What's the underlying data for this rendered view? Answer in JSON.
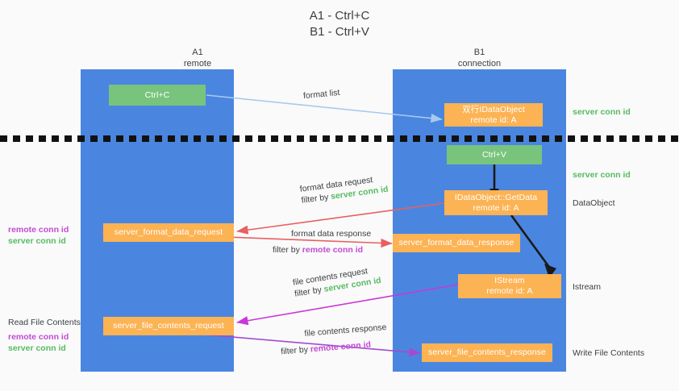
{
  "title": {
    "line1": "A1 - Ctrl+C",
    "line2": "B1 - Ctrl+V"
  },
  "lanes": [
    {
      "name": "a1",
      "title": "A1",
      "subtitle": "remote"
    },
    {
      "name": "b1",
      "title": "B1",
      "subtitle": "connection"
    }
  ],
  "nodes": {
    "ctrl_c": {
      "line1": "Ctrl+C",
      "line2": ""
    },
    "idataobject": {
      "line1": "双行IDataObject",
      "line2": "remote id: A"
    },
    "ctrl_v": {
      "line1": "Ctrl+V",
      "line2": ""
    },
    "getdata": {
      "line1": "IDataObject::GetData",
      "line2": "remote id: A"
    },
    "fmt_req": {
      "line1": "server_format_data_request",
      "line2": ""
    },
    "fmt_resp": {
      "line1": "server_format_data_response",
      "line2": ""
    },
    "istream": {
      "line1": "IStream",
      "line2": "remote id: A"
    },
    "file_req": {
      "line1": "server_file_contents_request",
      "line2": ""
    },
    "file_resp": {
      "line1": "server_file_contents_response",
      "line2": ""
    }
  },
  "edge_labels": {
    "format_list": "format list",
    "fmt_req_l1": "format data request",
    "fmt_req_l2_pre": "filter by ",
    "fmt_req_l2_key": "server conn id",
    "fmt_resp_l1": "format data response",
    "fmt_resp_l2_pre": "filter by ",
    "fmt_resp_l2_key": "remote conn id",
    "file_req_l1": "file contents request",
    "file_req_l2_pre": "filter by ",
    "file_req_l2_key": "server conn id",
    "file_resp_l1": "file contents response",
    "file_resp_l2_pre": "filter by ",
    "file_resp_l2_key": "remote conn id"
  },
  "right_labels": {
    "server_conn_id_1": "server conn id",
    "server_conn_id_2": "server conn id",
    "dataobject": "DataObject",
    "istream": "Istream",
    "write_file_contents": "Write File Contents"
  },
  "left_labels": {
    "remote_conn_id_1": "remote conn id",
    "server_conn_id_1": "server conn id",
    "read_file_contents": "Read File Contents",
    "remote_conn_id_2": "remote conn id",
    "server_conn_id_2": "server conn id"
  },
  "colors": {
    "lane": "#4a86e0",
    "green_node": "#79c47d",
    "orange_node": "#fcb354",
    "green_text": "#57bb63",
    "purple_text": "#c24bd4",
    "arrow_blue": "#a8c9ee",
    "arrow_red": "#e86060",
    "arrow_magenta": "#c838d8",
    "arrow_purple": "#a34bd0",
    "arrow_black": "#1a1a1a",
    "background": "#fafafa",
    "dashed_line": "#111111"
  }
}
